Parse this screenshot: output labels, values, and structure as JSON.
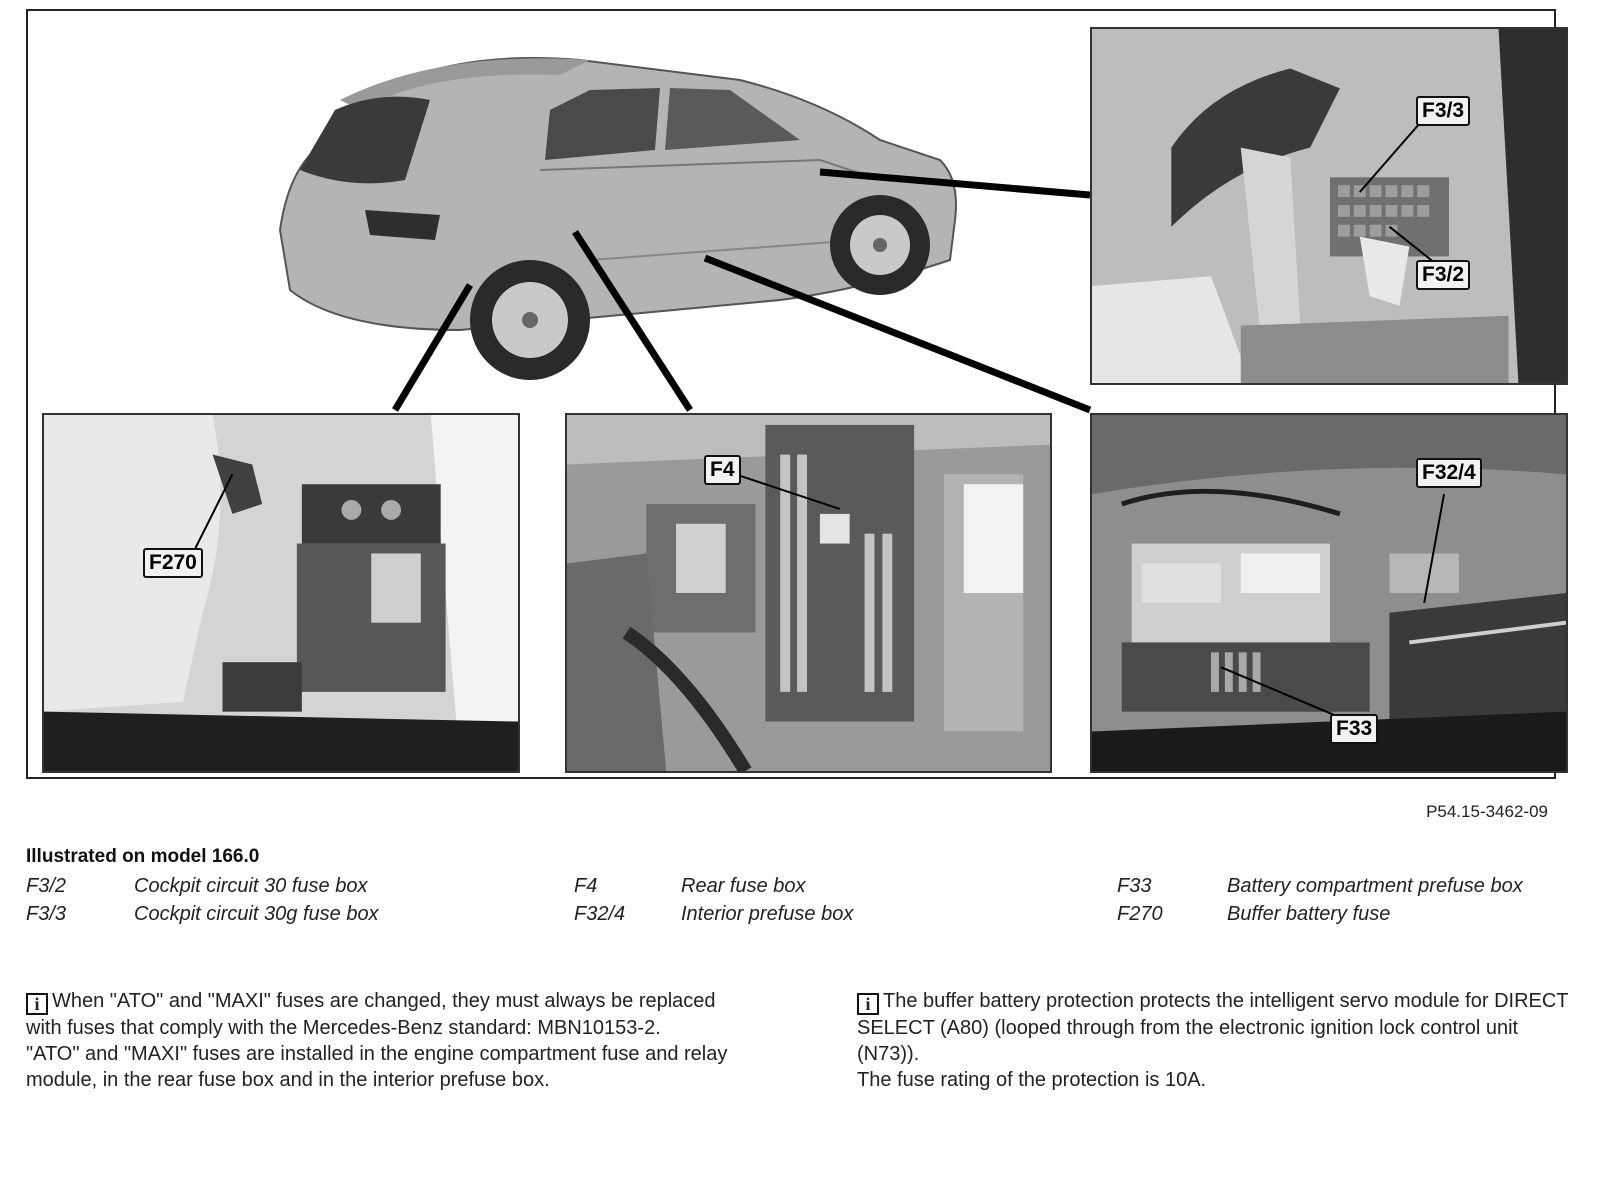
{
  "callouts": {
    "f3_3": "F3/3",
    "f3_2": "F3/2",
    "f270": "F270",
    "f4": "F4",
    "f32_4": "F32/4",
    "f33": "F33"
  },
  "figure_code": "P54.15-3462-09",
  "legend": {
    "title": "Illustrated on model 166.0",
    "items": [
      {
        "code": "F3/2",
        "desc": "Cockpit circuit 30 fuse box"
      },
      {
        "code": "F3/3",
        "desc": "Cockpit circuit 30g fuse box"
      },
      {
        "code": "F4",
        "desc": "Rear fuse box"
      },
      {
        "code": "F32/4",
        "desc": "Interior prefuse box"
      },
      {
        "code": "F33",
        "desc": "Battery compartment prefuse box"
      },
      {
        "code": "F270",
        "desc": "Buffer battery fuse"
      }
    ]
  },
  "notes": {
    "left_p1": "When \"ATO\" and \"MAXI\" fuses are changed, they must always be replaced with fuses that comply with the Mercedes-Benz standard: MBN10153-2.",
    "left_p2": "\"ATO\" and \"MAXI\" fuses are installed in the engine compartment fuse and relay module, in the rear fuse box and in the interior prefuse box.",
    "right_p1": "The buffer battery protection protects the intelligent servo module for DIRECT SELECT (A80) (looped through from the electronic ignition lock control unit (N73)).",
    "right_p2": "The fuse rating of the protection is 10A."
  },
  "colors": {
    "frame": "#222222",
    "callout_bg": "#f2f2f2",
    "photo_dark": "#3a3a3a",
    "photo_mid": "#8a8a8a",
    "photo_light": "#d8d8d8"
  },
  "icons": {
    "info": "info-icon"
  }
}
